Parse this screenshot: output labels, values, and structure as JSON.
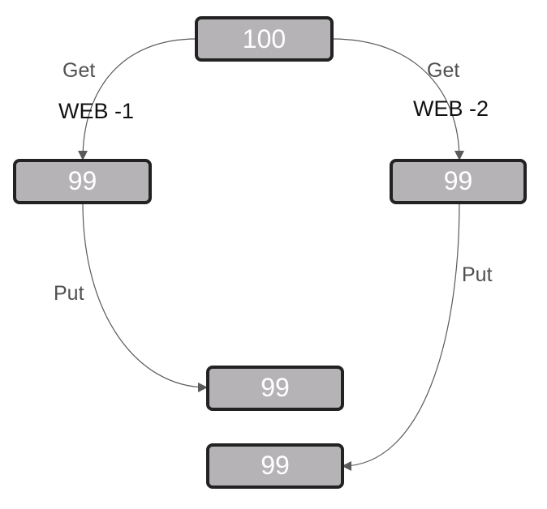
{
  "nodes": {
    "source": "100",
    "web1_copy": "99",
    "web2_copy": "99",
    "result_web1": "99",
    "result_web2": "99"
  },
  "edges": {
    "get_left": "Get",
    "get_right": "Get",
    "put_left": "Put",
    "put_right": "Put"
  },
  "clients": {
    "web1": "WEB -1",
    "web2": "WEB -2"
  },
  "colors": {
    "node_fill": "#b5b3b6",
    "node_border": "#222222",
    "node_text": "#ffffff",
    "edge": "#5a5a5a"
  }
}
